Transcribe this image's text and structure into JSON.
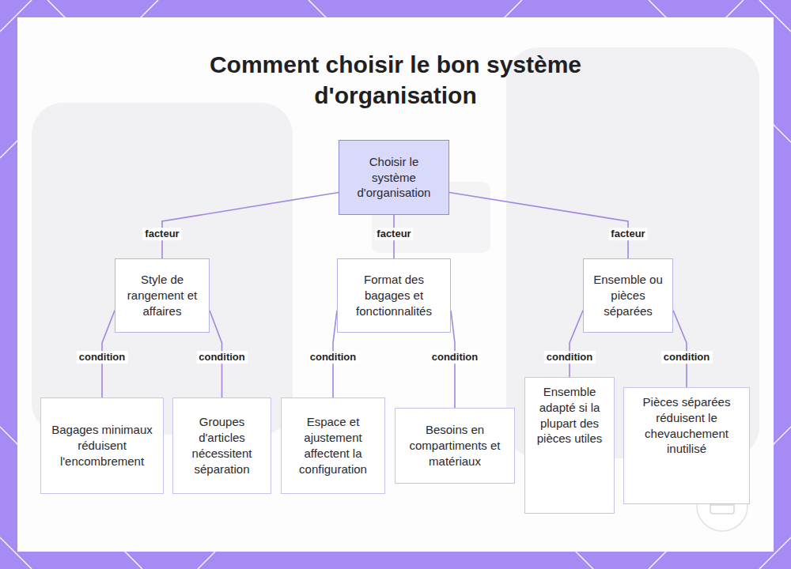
{
  "diagram": {
    "title": "Comment choisir le bon système d'organisation",
    "nodes": [
      {
        "text": [
          "Choisir le système d'organisation"
        ]
      },
      {
        "text": [
          "Style de rangement et affaires"
        ]
      },
      {
        "text": [
          "Format des bagages et fonctionnalités"
        ]
      },
      {
        "text": [
          "Ensemble ou pièces séparées"
        ]
      },
      {
        "text": [
          "Bagages minimaux réduisent l'encombrement"
        ]
      },
      {
        "text": [
          "Groupes d'articles nécessitent séparation"
        ]
      },
      {
        "text": [
          "Espace et ajustement affectent la configuration"
        ]
      },
      {
        "text": [
          "Besoins en compartiments et matériaux"
        ]
      },
      {
        "text": [
          "Ensemble adapté si la plupart des pièces utiles"
        ]
      },
      {
        "text": [
          "Pièces séparées réduisent le chevauchement inutilisé"
        ]
      }
    ],
    "edges": [
      {
        "from": 0,
        "to": 1,
        "label": "facteur",
        "arrow": "none"
      },
      {
        "from": 0,
        "to": 2,
        "label": "facteur",
        "arrow": "none"
      },
      {
        "from": 0,
        "to": 3,
        "label": "facteur",
        "arrow": "none"
      },
      {
        "from": 1,
        "to": 4,
        "label": "condition",
        "arrow": "none"
      },
      {
        "from": 1,
        "to": 5,
        "label": "condition",
        "arrow": "none"
      },
      {
        "from": 2,
        "to": 6,
        "label": "condition",
        "arrow": "none"
      },
      {
        "from": 2,
        "to": 7,
        "label": "condition",
        "arrow": "none"
      },
      {
        "from": 3,
        "to": 8,
        "label": "condition",
        "arrow": "none"
      },
      {
        "from": 3,
        "to": 9,
        "label": "condition",
        "arrow": "none"
      }
    ]
  }
}
